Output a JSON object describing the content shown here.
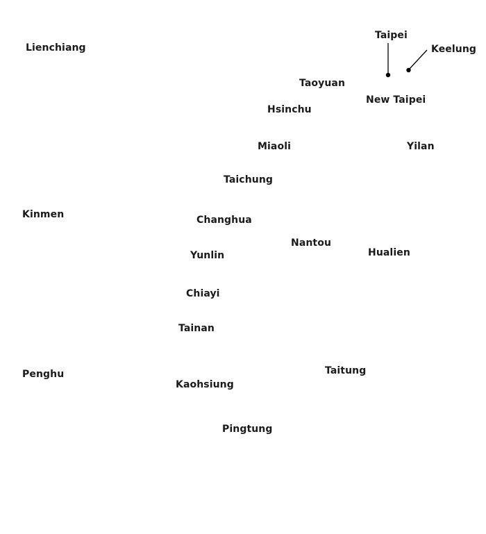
{
  "map": {
    "labels": {
      "lienchiang": "Lienchiang",
      "taipei": "Taipei",
      "keelung": "Keelung",
      "taoyuan": "Taoyuan",
      "new_taipei": "New Taipei",
      "hsinchu": "Hsinchu",
      "miaoli": "Miaoli",
      "yilan": "Yilan",
      "taichung": "Taichung",
      "kinmen": "Kinmen",
      "changhua": "Changhua",
      "nantou": "Nantou",
      "hualien": "Hualien",
      "yunlin": "Yunlin",
      "chiayi": "Chiayi",
      "tainan": "Tainan",
      "penghu": "Penghu",
      "taitung": "Taitung",
      "kaohsiung": "Kaohsiung",
      "pingtung": "Pingtung"
    },
    "colors": {
      "text": "#1a1a1a",
      "leader": "#000000",
      "background": "#ffffff"
    }
  }
}
